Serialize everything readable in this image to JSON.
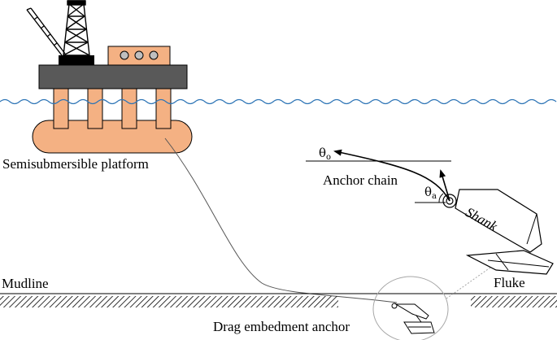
{
  "labels": {
    "platform": "Semisubmersible platform",
    "anchor_chain": "Anchor chain",
    "shank": "Shank",
    "fluke": "Fluke",
    "mudline": "Mudline",
    "drag_anchor": "Drag embedment anchor"
  },
  "angles": {
    "theta_symbol": "θ",
    "theta_o_sub": "o",
    "theta_a_sub": "a"
  },
  "colors": {
    "pontoon": "#f4b183",
    "deck": "#595959",
    "derrick_base": "#000000",
    "water": "#2e75b6",
    "line": "#000000",
    "cable": "#555555",
    "zoom_circle": "#a6a6a6"
  }
}
